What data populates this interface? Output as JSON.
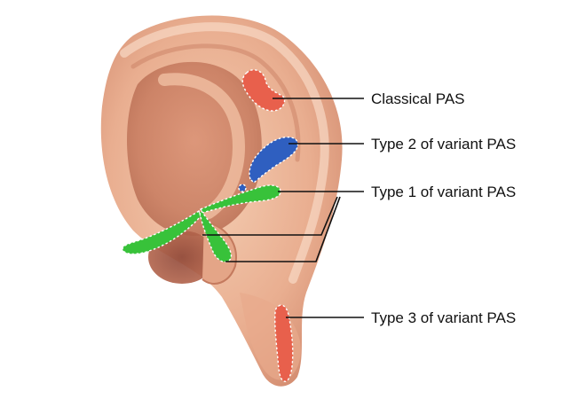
{
  "labels": {
    "classical": "Classical PAS",
    "type2": "Type 2 of variant PAS",
    "type1": "Type 1 of variant PAS",
    "type3": "Type 3 of variant PAS"
  },
  "colors": {
    "classical": "#e8604c",
    "type2": "#2f5fc0",
    "type1": "#38c23a",
    "type3": "#e8604c",
    "skin_light": "#f2c2a4",
    "skin_mid": "#e3a283",
    "skin_dark": "#c87a5e",
    "skin_deep": "#a35a44"
  }
}
